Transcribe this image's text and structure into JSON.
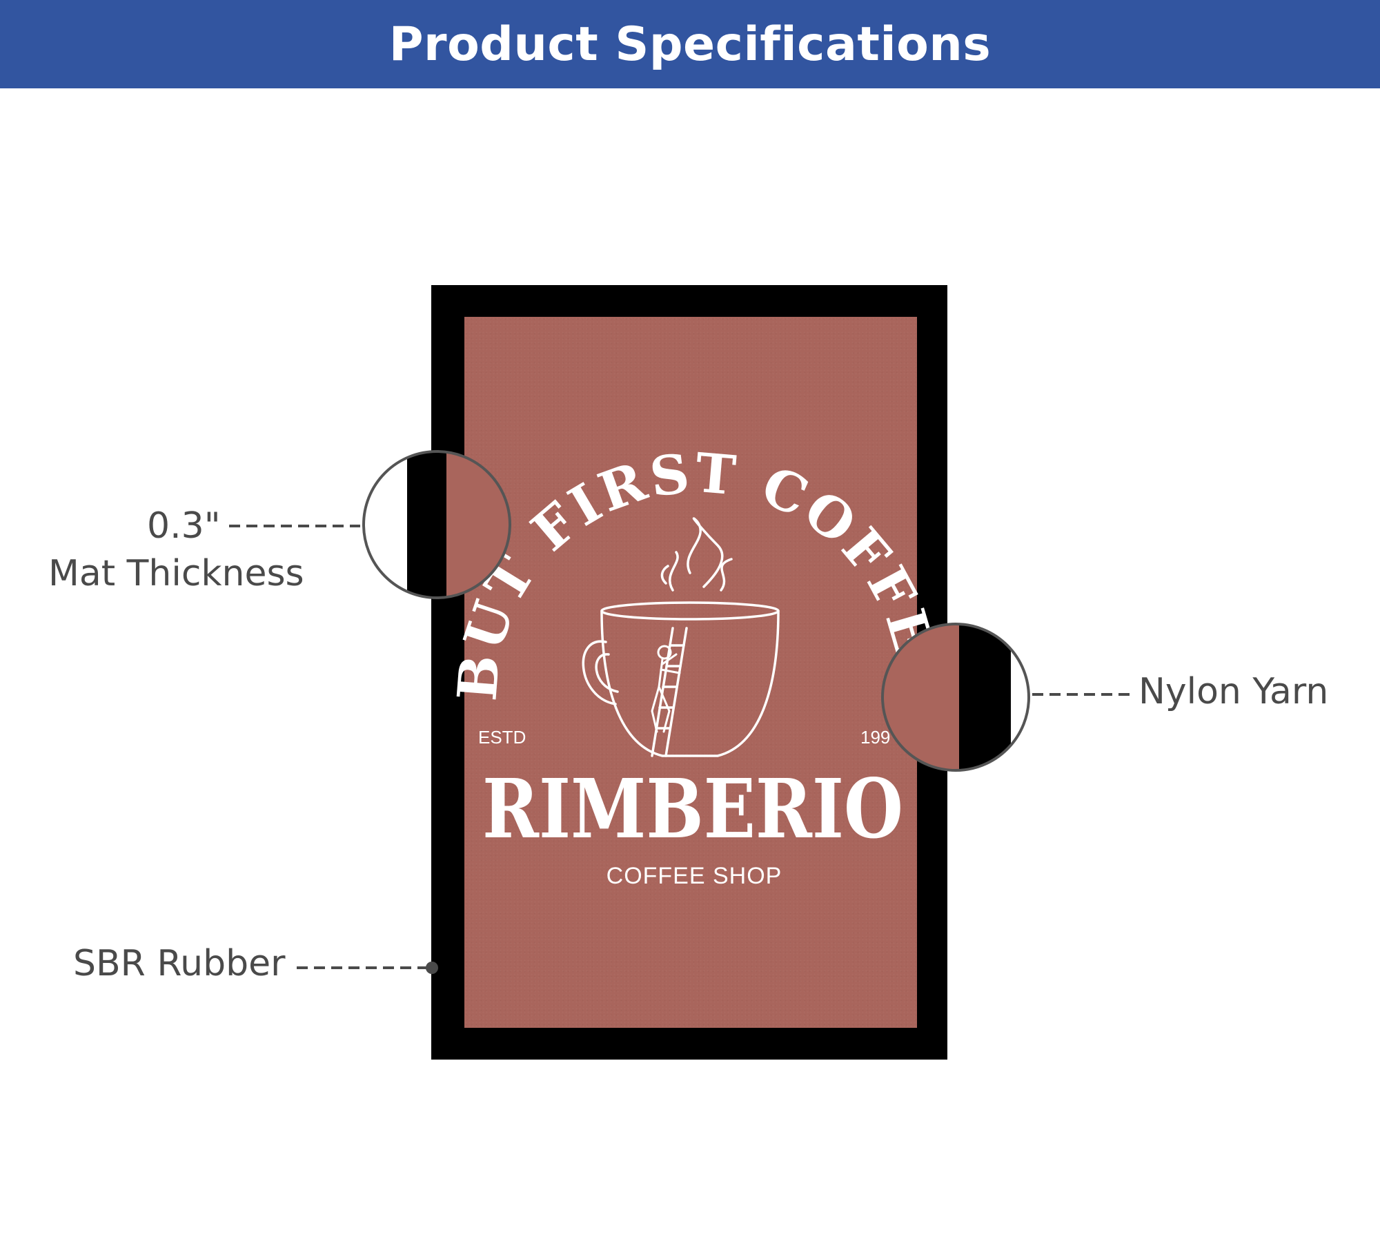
{
  "header": {
    "title": "Product Specifications"
  },
  "callouts": {
    "thickness_value": "0.3\"",
    "thickness_label": "Mat Thickness",
    "yarn_label": "Nylon Yarn",
    "rubber_label": "SBR Rubber"
  },
  "mat_design": {
    "arc_text": "BUT FIRST COFFEE",
    "estd_label": "ESTD",
    "year_fragment": "199",
    "brand": "RIMBERIO",
    "tagline": "COFFEE SHOP"
  },
  "colors": {
    "header_bg": "#3255a0",
    "mat_border": "#000000",
    "mat_face": "#a9655c",
    "callout_gray": "#4a4a4a"
  }
}
